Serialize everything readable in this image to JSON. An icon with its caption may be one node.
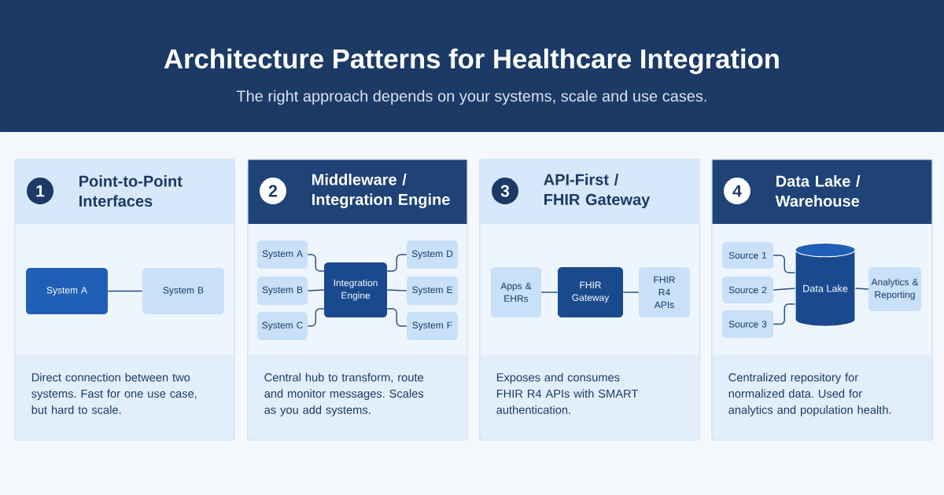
{
  "diagram": {
    "title": "Architecture Patterns for Healthcare Integration",
    "nodes": [
      {
        "text": [
          "1",
          "Point-to-Point Interfaces",
          "Direct connection between two systems. Fast for one use case, but hard to scale."
        ]
      },
      {
        "text": [
          "System A"
        ],
        "in": 0
      },
      {
        "text": [
          "System B"
        ],
        "in": 0
      },
      {
        "text": [
          "2",
          "Middleware / Integration Engine",
          "Central hub to transform, route and monitor messages. Scales as you add systems."
        ]
      },
      {
        "text": [
          "System A"
        ],
        "in": 3
      },
      {
        "text": [
          "System B"
        ],
        "in": 3
      },
      {
        "text": [
          "System C"
        ],
        "in": 3
      },
      {
        "text": [
          "Integration Engine"
        ],
        "in": 3
      },
      {
        "text": [
          "System D"
        ],
        "in": 3
      },
      {
        "text": [
          "System E"
        ],
        "in": 3
      },
      {
        "text": [
          "System F"
        ],
        "in": 3
      },
      {
        "text": [
          "3",
          "API-First / FHIR Gateway",
          "Exposes and consumes FHIR R4 APIs with SMART authentication."
        ]
      },
      {
        "text": [
          "Apps & EHRs"
        ],
        "in": 11
      },
      {
        "text": [
          "FHIR Gateway"
        ],
        "in": 11
      },
      {
        "text": [
          "FHIR R4 APIs"
        ],
        "in": 11
      },
      {
        "text": [
          "4",
          "Data Lake / Warehouse",
          "Centralized repository for normalized data. Used for analytics and population health."
        ]
      },
      {
        "text": [
          "Source 1"
        ],
        "in": 15
      },
      {
        "text": [
          "Source 2"
        ],
        "in": 15
      },
      {
        "text": [
          "Source 3"
        ],
        "in": 15
      },
      {
        "text": [
          "Data Lake"
        ],
        "in": 15
      },
      {
        "text": [
          "Analytics & Reporting"
        ],
        "in": 15
      }
    ],
    "edges": [
      {
        "from": 1,
        "to": 2,
        "arrow": "none"
      },
      {
        "from": 4,
        "to": 7,
        "arrow": "none"
      },
      {
        "from": 5,
        "to": 7,
        "arrow": "none"
      },
      {
        "from": 6,
        "to": 7,
        "arrow": "none"
      },
      {
        "from": 7,
        "to": 8,
        "arrow": "none"
      },
      {
        "from": 7,
        "to": 9,
        "arrow": "none"
      },
      {
        "from": 7,
        "to": 10,
        "arrow": "none"
      },
      {
        "from": 12,
        "to": 13,
        "arrow": "none"
      },
      {
        "from": 13,
        "to": 14,
        "arrow": "none"
      },
      {
        "from": 16,
        "to": 19,
        "arrow": "none"
      },
      {
        "from": 17,
        "to": 19,
        "arrow": "none"
      },
      {
        "from": 18,
        "to": 19,
        "arrow": "none"
      },
      {
        "from": 19,
        "to": 20,
        "arrow": "none"
      }
    ],
    "labels": [
      "The right approach depends on your systems, scale and use cases."
    ]
  }
}
